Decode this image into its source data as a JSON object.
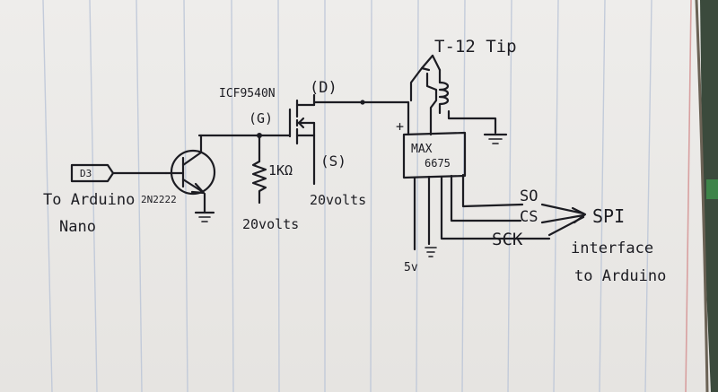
{
  "notes": {
    "arduino_in": "To Arduino",
    "arduino_in2": "Nano",
    "pin": "D3",
    "transistor": "2N2222",
    "mosfet": "ICF9540N",
    "drain": "(D)",
    "gate": "(G)",
    "source": "(S)",
    "resistor": "1KΩ",
    "v_left": "20volts",
    "v_right": "20volts",
    "tip": "T-12 Tip",
    "max_line1": "MAX",
    "max_line2": "6675",
    "plus": "+",
    "minus": "-",
    "so": "SO",
    "cs": "CS",
    "sck": "SCK",
    "spi": "SPI",
    "spi2": "interface",
    "spi3": "to Arduino",
    "v5": "5v"
  },
  "colors": {
    "ink": "#1c1c22",
    "paper": "#ebe9e6",
    "rule": "#b9c3d6",
    "margin": "#d49a9a"
  }
}
